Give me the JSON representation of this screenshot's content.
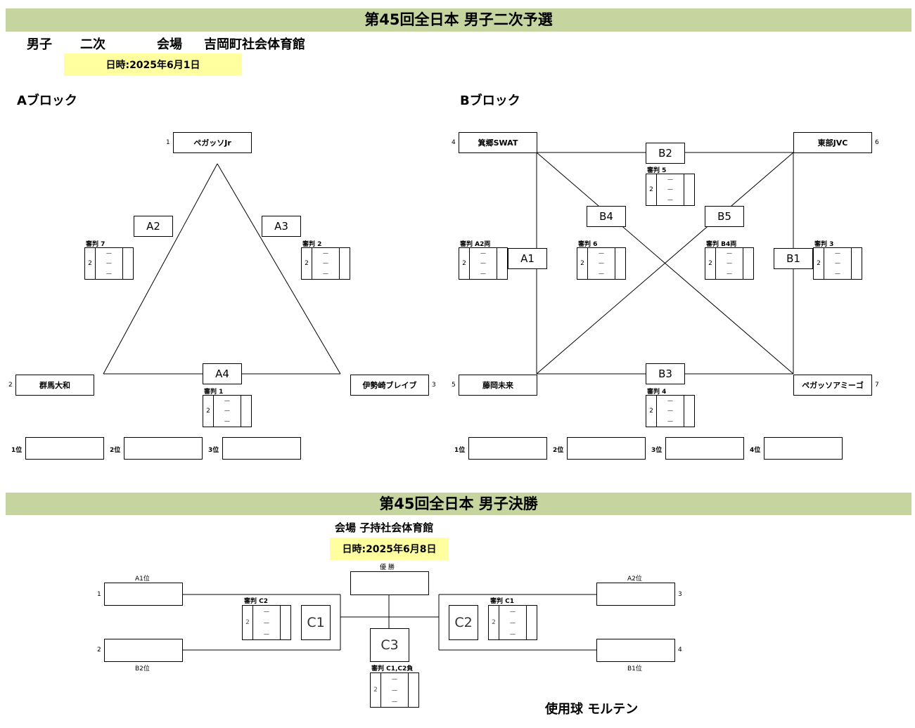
{
  "prelim": {
    "title": "第45回全日本 男子二次予選",
    "header_men": "男子",
    "header_round": "二次",
    "header_venue_label": "会場",
    "header_venue": "吉岡町社会体育館",
    "date": "日時:2025年6月1日"
  },
  "blockA": {
    "title": "Aブロック",
    "teams": [
      {
        "seed": "1",
        "name": "ペガッソJr"
      },
      {
        "seed": "2",
        "name": "群馬大和"
      },
      {
        "seed": "3",
        "name": "伊勢崎ブレイブ"
      }
    ],
    "matches": [
      {
        "label": "A2",
        "ref": "審判 7",
        "sets": "2"
      },
      {
        "label": "A3",
        "ref": "審判 2",
        "sets": "2"
      },
      {
        "label": "A4",
        "ref": "審判 1",
        "sets": "2"
      }
    ],
    "ranks": [
      "1位",
      "2位",
      "3位"
    ]
  },
  "blockB": {
    "title": "Bブロック",
    "teams": [
      {
        "seed": "4",
        "name": "箕郷SWAT"
      },
      {
        "seed": "6",
        "name": "東部JVC"
      },
      {
        "seed": "5",
        "name": "藤岡未来"
      },
      {
        "seed": "7",
        "name": "ペガッソアミーゴ"
      }
    ],
    "matches": [
      {
        "label": "B2",
        "ref": "審判 5",
        "sets": "2"
      },
      {
        "label": "B4",
        "ref": "審判 6",
        "sets": "2"
      },
      {
        "label": "B5",
        "ref": "審判 B4両",
        "sets": "2"
      },
      {
        "label": "A1",
        "ref": "審判 A2両",
        "sets": "2"
      },
      {
        "label": "B1",
        "ref": "審判 3",
        "sets": "2"
      },
      {
        "label": "B3",
        "ref": "審判 4",
        "sets": "2"
      }
    ],
    "ranks": [
      "1位",
      "2位",
      "3位",
      "4位"
    ]
  },
  "final": {
    "title": "第45回全日本 男子決勝",
    "venue": "会場 子持社会体育館",
    "date": "日時:2025年6月8日",
    "champion_label": "優 勝",
    "slots": [
      {
        "seed": "1",
        "label": "A1位"
      },
      {
        "seed": "2",
        "label": "B2位"
      },
      {
        "seed": "3",
        "label": "A2位"
      },
      {
        "seed": "4",
        "label": "B1位"
      }
    ],
    "matches": [
      {
        "label": "C1",
        "ref": "審判 C2",
        "sets": "2"
      },
      {
        "label": "C2",
        "ref": "審判 C1",
        "sets": "2"
      },
      {
        "label": "C3",
        "ref": "審判 C1,C2負",
        "sets": "2"
      }
    ],
    "ball": "使用球 モルテン"
  },
  "dash": "ー"
}
